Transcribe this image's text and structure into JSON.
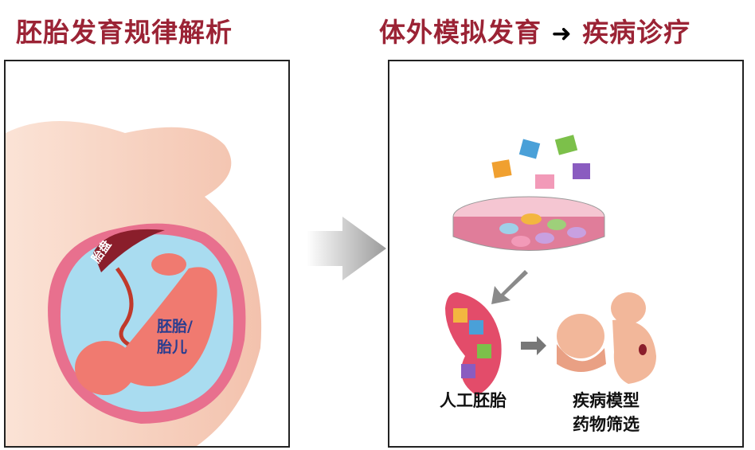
{
  "left_panel": {
    "title": "胚胎发育规律解析",
    "placenta_label": "胎盘",
    "fetus_label_line1": "胚胎/",
    "fetus_label_line2": "胎儿"
  },
  "right_panel": {
    "title_part1": "体外模拟发育",
    "title_part2": "疾病诊疗",
    "artificial_embryo_label": "人工胚胎",
    "disease_model_label": "疾病模型",
    "drug_screening_label": "药物筛选"
  },
  "colors": {
    "title": "#9b2335",
    "skin": "#f9d9c8",
    "uterus": "#e86a8a",
    "fluid": "#a9dcf0",
    "fetus": "#f07a70",
    "label_blue": "#2a3d8f"
  }
}
